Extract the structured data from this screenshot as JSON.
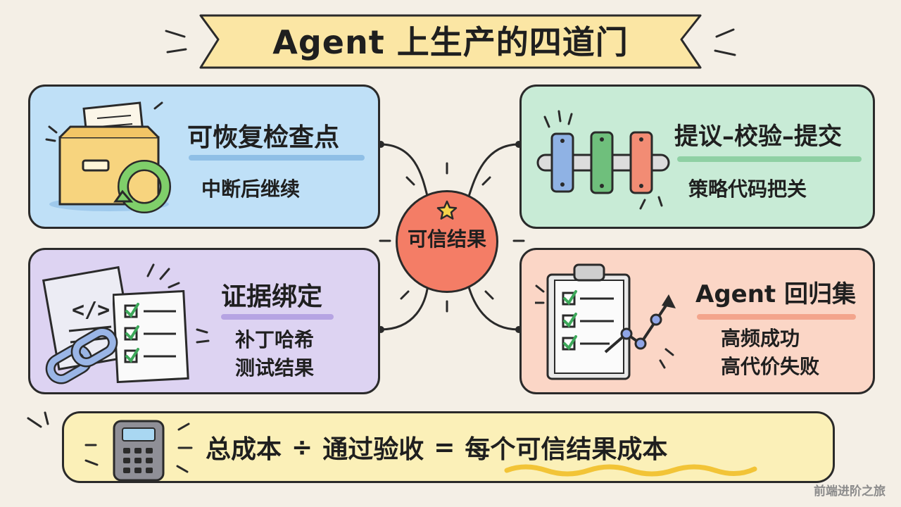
{
  "title": "Agent 上生产的四道门",
  "center": {
    "label": "可信结果"
  },
  "panels": {
    "checkpoint": {
      "heading": "可恢复检查点",
      "lines": [
        "中断后继续"
      ]
    },
    "propose": {
      "heading": "提议–校验–提交",
      "lines": [
        "策略代码把关"
      ]
    },
    "evidence": {
      "heading": "证据绑定",
      "lines": [
        "补丁哈希",
        "测试结果"
      ]
    },
    "regression": {
      "heading": "Agent 回归集",
      "lines": [
        "高频成功",
        "高代价失败"
      ]
    }
  },
  "formula": {
    "left": "总成本",
    "divide": "÷",
    "middle": "通过验收",
    "equals": "=",
    "right": "每个可信结果成本"
  },
  "watermark": "前端进阶之旅",
  "colors": {
    "blue": "#bfe0f7",
    "green": "#c8ebd6",
    "purple": "#ddd3f2",
    "peach": "#fbd6c6",
    "center": "#f47d66",
    "banner": "#fbe6a4",
    "bottom": "#fbf0b8"
  },
  "icons": [
    "folder-archive-icon",
    "refresh-arrow-icon",
    "abacus-bars-icon",
    "code-document-icon",
    "chain-link-icon",
    "checklist-icon",
    "clipboard-icon",
    "trend-arrow-icon",
    "calculator-icon",
    "star-icon"
  ]
}
